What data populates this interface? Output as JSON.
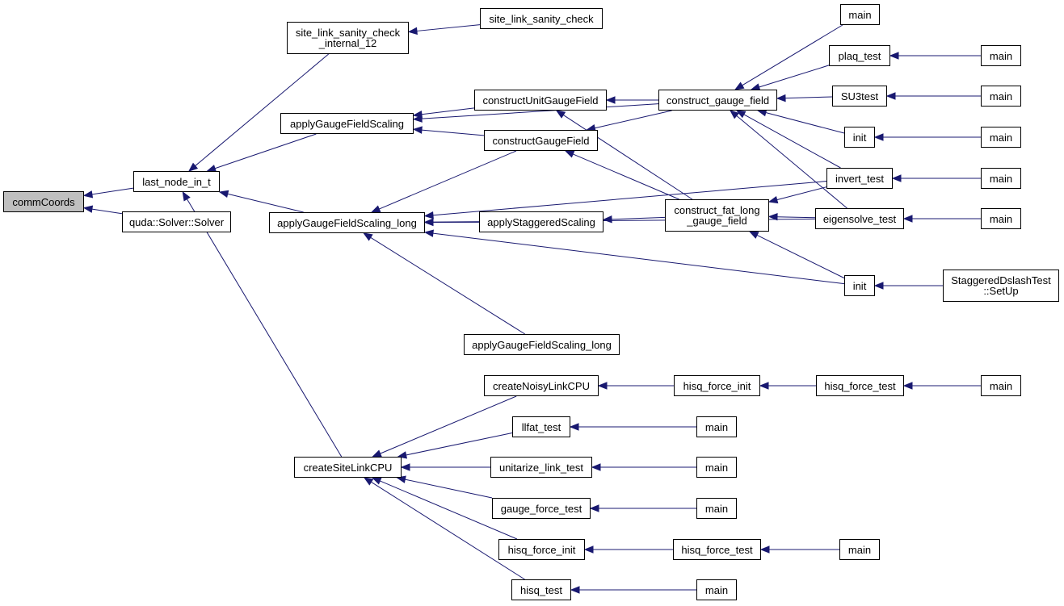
{
  "colors": {
    "edge": "#191970",
    "node_border": "#000000",
    "root_fill": "#bfbfbf",
    "node_fill": "#ffffff"
  },
  "nodes": {
    "commCoords": [
      "commCoords"
    ],
    "last_node_in_t": [
      "last_node_in_t"
    ],
    "quda_solver": [
      "quda::Solver::Solver"
    ],
    "site_link_sanity_check_internal_12": [
      "site_link_sanity_check",
      "_internal_12"
    ],
    "site_link_sanity_check": [
      "site_link_sanity_check"
    ],
    "applyGaugeFieldScaling": [
      "applyGaugeFieldScaling"
    ],
    "applyGaugeFieldScaling_long": [
      "applyGaugeFieldScaling_long"
    ],
    "applyGaugeFieldScaling_long_2": [
      "applyGaugeFieldScaling_long"
    ],
    "createSiteLinkCPU": [
      "createSiteLinkCPU"
    ],
    "constructUnitGaugeField": [
      "constructUnitGaugeField"
    ],
    "constructGaugeField": [
      "constructGaugeField"
    ],
    "applyStaggeredScaling": [
      "applyStaggeredScaling"
    ],
    "construct_gauge_field": [
      "construct_gauge_field"
    ],
    "construct_fat_long_gauge_field": [
      "construct_fat_long",
      "_gauge_field"
    ],
    "main_top": [
      "main"
    ],
    "plaq_test": [
      "plaq_test"
    ],
    "main_plaq": [
      "main"
    ],
    "SU3test": [
      "SU3test"
    ],
    "main_su3": [
      "main"
    ],
    "init_1": [
      "init"
    ],
    "main_init1": [
      "main"
    ],
    "invert_test": [
      "invert_test"
    ],
    "main_invert": [
      "main"
    ],
    "eigensolve_test": [
      "eigensolve_test"
    ],
    "main_eigen": [
      "main"
    ],
    "init_2": [
      "init"
    ],
    "staggered_setup": [
      "StaggeredDslashTest",
      "::SetUp"
    ],
    "createNoisyLinkCPU": [
      "createNoisyLinkCPU"
    ],
    "hisq_force_init_1": [
      "hisq_force_init"
    ],
    "hisq_force_test_1": [
      "hisq_force_test"
    ],
    "main_hft1": [
      "main"
    ],
    "llfat_test": [
      "llfat_test"
    ],
    "main_llfat": [
      "main"
    ],
    "unitarize_link_test": [
      "unitarize_link_test"
    ],
    "main_unitarize": [
      "main"
    ],
    "gauge_force_test": [
      "gauge_force_test"
    ],
    "main_gauge_force": [
      "main"
    ],
    "hisq_force_init_2": [
      "hisq_force_init"
    ],
    "hisq_force_test_2": [
      "hisq_force_test"
    ],
    "main_hft2": [
      "main"
    ],
    "hisq_test": [
      "hisq_test"
    ],
    "main_hisq": [
      "main"
    ]
  },
  "edges": [
    [
      "last_node_in_t",
      "commCoords"
    ],
    [
      "quda_solver",
      "commCoords"
    ],
    [
      "site_link_sanity_check_internal_12",
      "last_node_in_t"
    ],
    [
      "applyGaugeFieldScaling",
      "last_node_in_t"
    ],
    [
      "applyGaugeFieldScaling_long",
      "last_node_in_t"
    ],
    [
      "createSiteLinkCPU",
      "last_node_in_t"
    ],
    [
      "site_link_sanity_check",
      "site_link_sanity_check_internal_12"
    ],
    [
      "construct_gauge_field",
      "applyGaugeFieldScaling"
    ],
    [
      "constructUnitGaugeField",
      "applyGaugeFieldScaling"
    ],
    [
      "constructGaugeField",
      "applyGaugeFieldScaling"
    ],
    [
      "constructGaugeField",
      "applyGaugeFieldScaling_long"
    ],
    [
      "invert_test",
      "applyGaugeFieldScaling_long"
    ],
    [
      "applyStaggeredScaling",
      "applyGaugeFieldScaling_long"
    ],
    [
      "eigensolve_test",
      "applyGaugeFieldScaling_long"
    ],
    [
      "init_2",
      "applyGaugeFieldScaling_long"
    ],
    [
      "applyGaugeFieldScaling_long_2",
      "applyGaugeFieldScaling_long"
    ],
    [
      "construct_gauge_field",
      "constructUnitGaugeField"
    ],
    [
      "construct_fat_long_gauge_field",
      "constructUnitGaugeField"
    ],
    [
      "construct_gauge_field",
      "constructGaugeField"
    ],
    [
      "construct_fat_long_gauge_field",
      "constructGaugeField"
    ],
    [
      "construct_fat_long_gauge_field",
      "applyStaggeredScaling"
    ],
    [
      "main_top",
      "construct_gauge_field"
    ],
    [
      "plaq_test",
      "construct_gauge_field"
    ],
    [
      "SU3test",
      "construct_gauge_field"
    ],
    [
      "init_1",
      "construct_gauge_field"
    ],
    [
      "invert_test",
      "construct_gauge_field"
    ],
    [
      "eigensolve_test",
      "construct_gauge_field"
    ],
    [
      "invert_test",
      "construct_fat_long_gauge_field"
    ],
    [
      "eigensolve_test",
      "construct_fat_long_gauge_field"
    ],
    [
      "init_2",
      "construct_fat_long_gauge_field"
    ],
    [
      "main_plaq",
      "plaq_test"
    ],
    [
      "main_su3",
      "SU3test"
    ],
    [
      "main_init1",
      "init_1"
    ],
    [
      "main_invert",
      "invert_test"
    ],
    [
      "main_eigen",
      "eigensolve_test"
    ],
    [
      "staggered_setup",
      "init_2"
    ],
    [
      "createNoisyLinkCPU",
      "createSiteLinkCPU"
    ],
    [
      "llfat_test",
      "createSiteLinkCPU"
    ],
    [
      "unitarize_link_test",
      "createSiteLinkCPU"
    ],
    [
      "gauge_force_test",
      "createSiteLinkCPU"
    ],
    [
      "hisq_force_init_2",
      "createSiteLinkCPU"
    ],
    [
      "hisq_test",
      "createSiteLinkCPU"
    ],
    [
      "hisq_force_init_1",
      "createNoisyLinkCPU"
    ],
    [
      "hisq_force_test_1",
      "hisq_force_init_1"
    ],
    [
      "main_hft1",
      "hisq_force_test_1"
    ],
    [
      "main_llfat",
      "llfat_test"
    ],
    [
      "main_unitarize",
      "unitarize_link_test"
    ],
    [
      "main_gauge_force",
      "gauge_force_test"
    ],
    [
      "hisq_force_test_2",
      "hisq_force_init_2"
    ],
    [
      "main_hft2",
      "hisq_force_test_2"
    ],
    [
      "main_hisq",
      "hisq_test"
    ]
  ]
}
